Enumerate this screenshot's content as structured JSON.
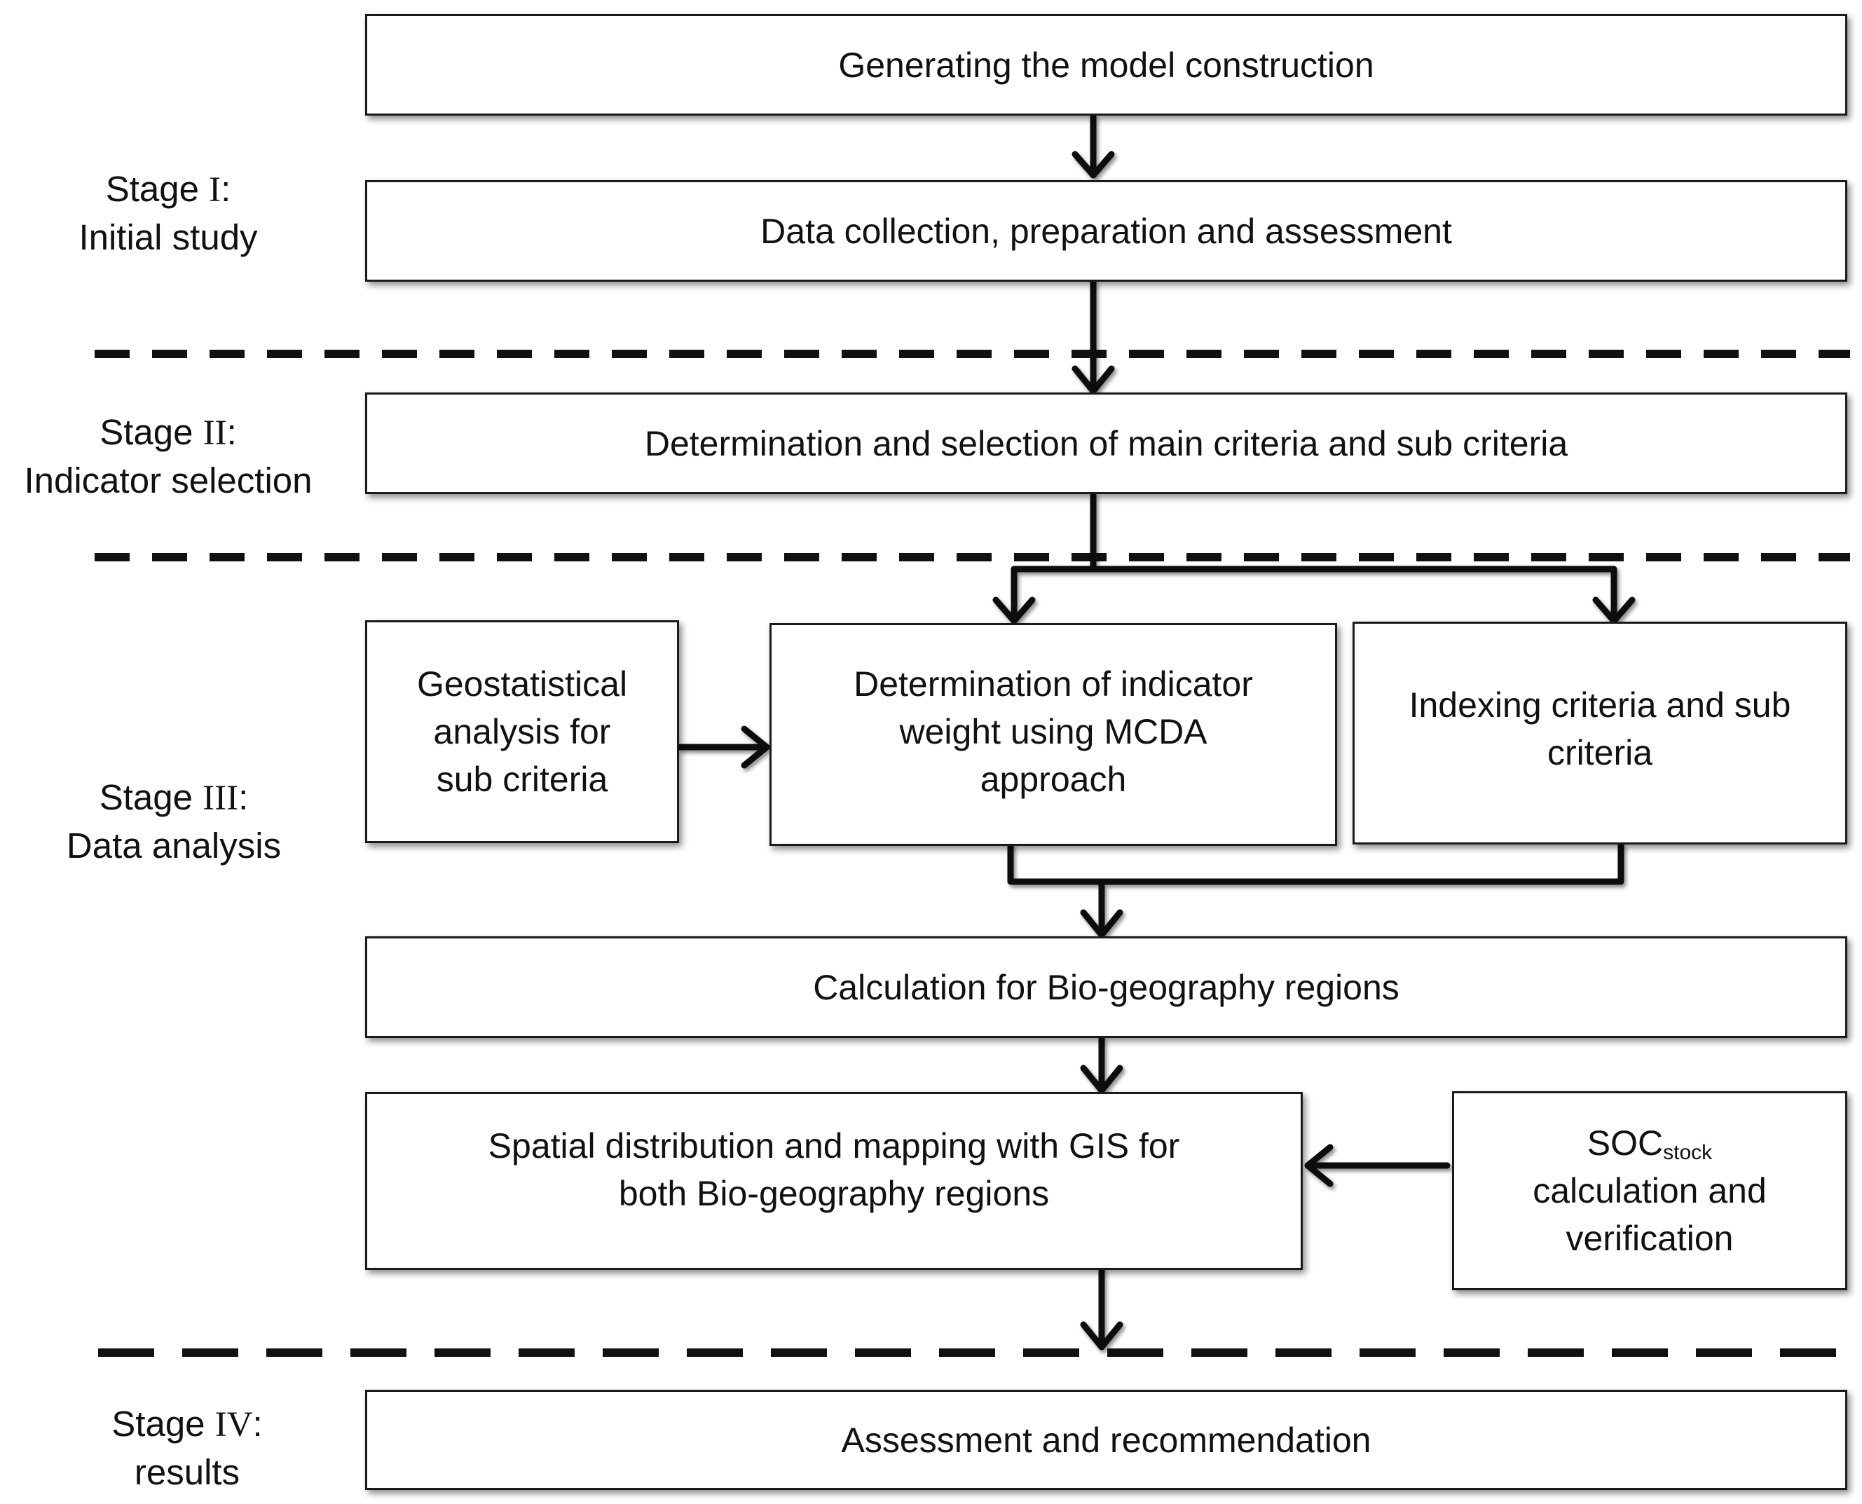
{
  "stages": [
    {
      "prefix": "Stage ",
      "numeral": "I",
      "suffix": ":",
      "name": "Initial study"
    },
    {
      "prefix": "Stage ",
      "numeral": "II",
      "suffix": ":",
      "name": "Indicator selection"
    },
    {
      "prefix": "Stage ",
      "numeral": "III",
      "suffix": ":",
      "name": "Data analysis"
    },
    {
      "prefix": "Stage ",
      "numeral": "IV",
      "suffix": ":",
      "name": "results"
    }
  ],
  "boxes": {
    "model_construction": {
      "lines": [
        "Generating the model construction"
      ]
    },
    "data_collection": {
      "lines": [
        "Data collection, preparation and assessment"
      ]
    },
    "criteria_selection": {
      "lines": [
        "Determination and selection of main criteria and sub criteria"
      ]
    },
    "geostatistical": {
      "lines": [
        "Geostatistical",
        "analysis for",
        "sub criteria"
      ]
    },
    "indicator_weight": {
      "lines": [
        "Determination of indicator",
        "weight using MCDA",
        "approach"
      ]
    },
    "indexing": {
      "lines": [
        "Indexing criteria and sub",
        "criteria"
      ]
    },
    "calculation": {
      "lines": [
        "Calculation for Bio-geography regions"
      ]
    },
    "spatial_mapping": {
      "lines": [
        "Spatial distribution and mapping with GIS for",
        "both Bio-geography regions"
      ]
    },
    "soc_stock": {
      "main": "SOC",
      "subscript": "stock",
      "lines": [
        "calculation and",
        "verification"
      ]
    },
    "assessment": {
      "lines": [
        "Assessment and recommendation"
      ]
    }
  }
}
